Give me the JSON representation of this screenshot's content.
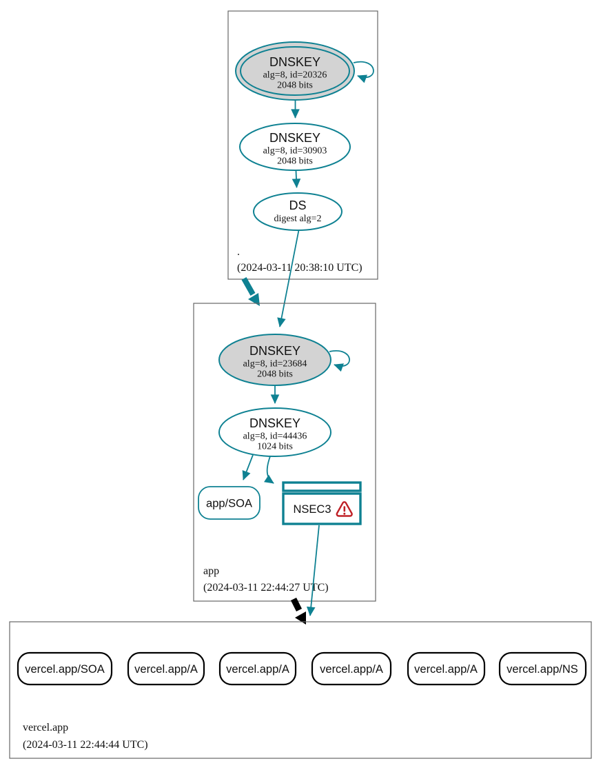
{
  "colors": {
    "secure": "#0e8192",
    "insecure": "#000000",
    "zone_border": "#666666",
    "ksk_fill": "#d3d3d3",
    "warning": "#bf2026"
  },
  "zones": {
    "root": {
      "label": ".",
      "timestamp": "(2024-03-11 20:38:10 UTC)"
    },
    "app": {
      "label": "app",
      "timestamp": "(2024-03-11 22:44:27 UTC)"
    },
    "vercel_app": {
      "label": "vercel.app",
      "timestamp": "(2024-03-11 22:44:44 UTC)"
    }
  },
  "nodes": {
    "root_ksk": {
      "title": "DNSKEY",
      "line1": "alg=8, id=20326",
      "line2": "2048 bits"
    },
    "root_zsk": {
      "title": "DNSKEY",
      "line1": "alg=8, id=30903",
      "line2": "2048 bits"
    },
    "root_ds": {
      "title": "DS",
      "line1": "digest alg=2"
    },
    "app_ksk": {
      "title": "DNSKEY",
      "line1": "alg=8, id=23684",
      "line2": "2048 bits"
    },
    "app_zsk": {
      "title": "DNSKEY",
      "line1": "alg=8, id=44436",
      "line2": "1024 bits"
    },
    "app_soa": {
      "label": "app/SOA"
    },
    "app_nsec3": {
      "label": "NSEC3"
    },
    "vercel_rrsets": [
      {
        "label": "vercel.app/SOA"
      },
      {
        "label": "vercel.app/A"
      },
      {
        "label": "vercel.app/A"
      },
      {
        "label": "vercel.app/A"
      },
      {
        "label": "vercel.app/A"
      },
      {
        "label": "vercel.app/NS"
      }
    ]
  }
}
